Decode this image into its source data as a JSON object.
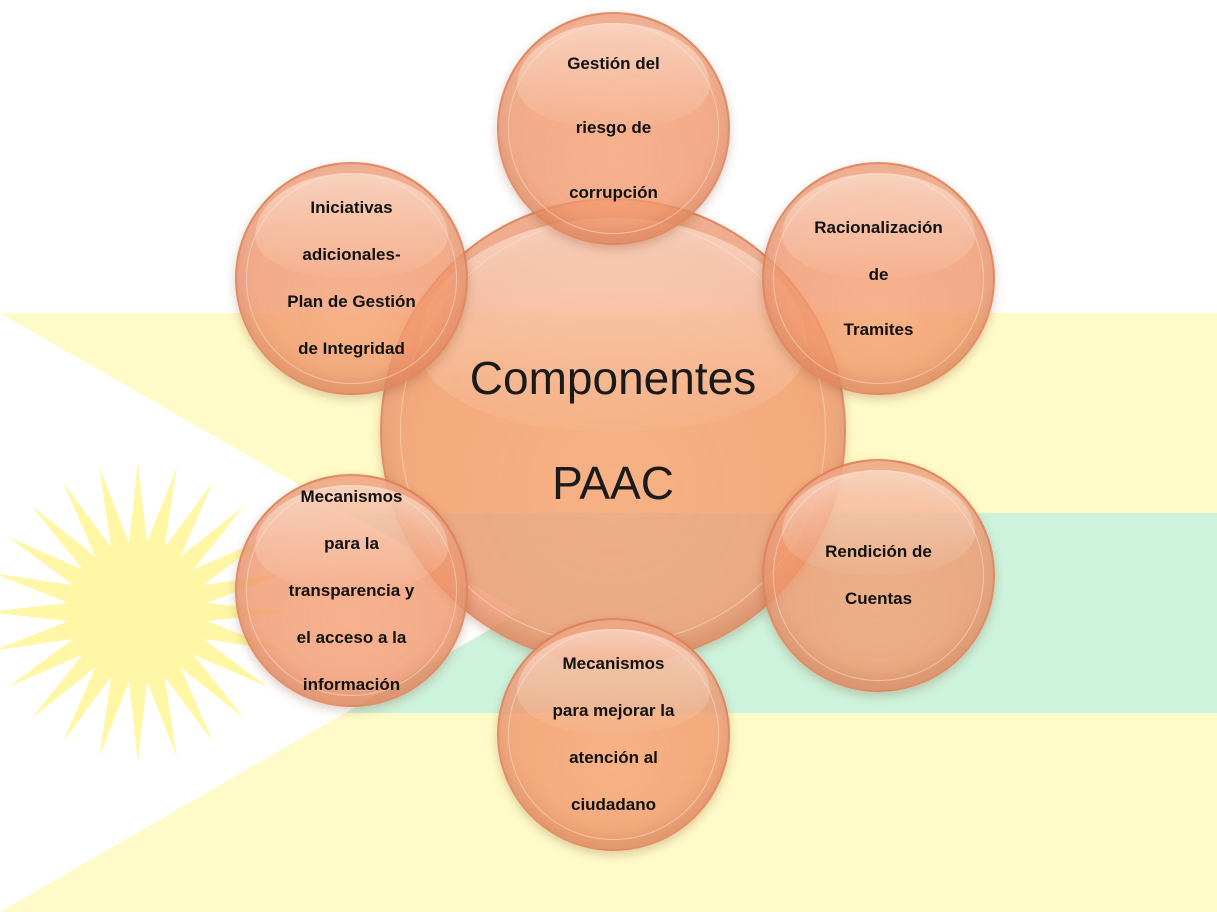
{
  "diagram": {
    "center": {
      "lines": [
        "Componentes",
        "PAAC"
      ]
    },
    "nodes": [
      {
        "id": "n-top",
        "name": "node-gestion-riesgo",
        "lines": [
          "Gestión del",
          "riesgo de",
          "corrupción"
        ]
      },
      {
        "id": "n-topright",
        "name": "node-racionalizacion-tramites",
        "lines": [
          "Racionalización",
          "de",
          "Tramites"
        ]
      },
      {
        "id": "n-botright",
        "name": "node-rendicion-cuentas",
        "lines": [
          "Rendición de",
          "Cuentas"
        ]
      },
      {
        "id": "n-bottom",
        "name": "node-atencion-ciudadano",
        "lines": [
          "Mecanismos",
          "para mejorar la",
          "atención al",
          "ciudadano"
        ]
      },
      {
        "id": "n-botleft",
        "name": "node-transparencia",
        "lines": [
          "Mecanismos",
          "para la",
          "transparencia y",
          "el acceso a la",
          "información"
        ]
      },
      {
        "id": "n-topleft",
        "name": "node-iniciativas-adicionales",
        "lines": [
          "Iniciativas",
          "adicionales-",
          "Plan de Gestión",
          "de Integridad"
        ]
      }
    ]
  },
  "colors": {
    "circle_fill": "#f2a07a",
    "circle_border": "#d6784f",
    "text": "#111111",
    "flag_yellow": "#fffbc8",
    "flag_green": "#cdf3dc",
    "flag_white": "#ffffff",
    "sun_yellow": "#fff7a6"
  }
}
